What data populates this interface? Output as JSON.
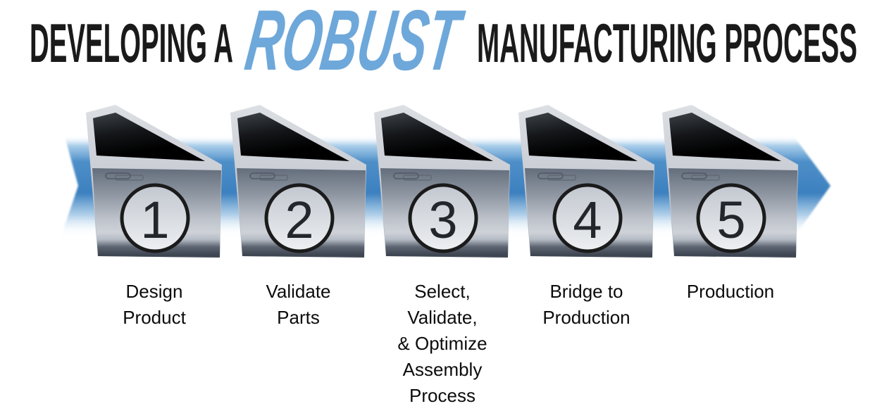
{
  "title": {
    "prefix": "DEVELOPING A",
    "highlight": "ROBUST",
    "suffix": "MANUFACTURING PROCESS"
  },
  "colors": {
    "title_text": "#1a1a1a",
    "robust_top": "#6ea8da",
    "robust_bottom": "#3277bb",
    "band_light": "#9ec7e8",
    "band_blue": "#4e8fc8",
    "band_deep": "#3c80bf"
  },
  "steps": [
    {
      "number": "1",
      "label": "Design\nProduct"
    },
    {
      "number": "2",
      "label": "Validate\nParts"
    },
    {
      "number": "3",
      "label": "Select,\nValidate,\n& Optimize\nAssembly\nProcess"
    },
    {
      "number": "4",
      "label": "Bridge to\nProduction"
    },
    {
      "number": "5",
      "label": "Production"
    }
  ]
}
